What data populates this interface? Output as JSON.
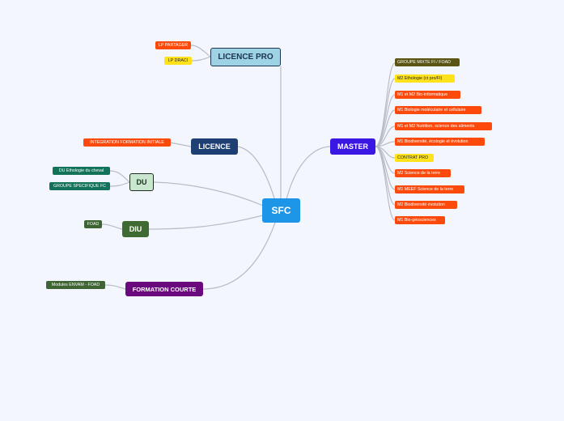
{
  "colors": {
    "background": "#f4f6fd",
    "link": "#b7bcc6",
    "center": "#1e96e8",
    "licence_pro": "#9ed3e6",
    "licence": "#1e3f73",
    "du": "#c9e6cf",
    "diu": "#3f6b32",
    "formation_courte": "#6a087e",
    "master": "#3a17e3",
    "orange": "#fb4a0c",
    "yellow": "#ffe21a",
    "green_teal": "#12725a",
    "olive": "#5a5514",
    "dark_green": "#3d6432"
  },
  "center": {
    "label": "SFC"
  },
  "branches": {
    "licence_pro": {
      "label": "LICENCE PRO",
      "children": [
        "LP PARTAGER",
        "LP DRACI"
      ]
    },
    "licence": {
      "label": "LICENCE",
      "children": [
        "INTEGRATION FORMATION INITIALE"
      ]
    },
    "du": {
      "label": "DU",
      "children": [
        "DU Ethologie du cheval",
        "GROUPE SPECIFIQUE FC"
      ]
    },
    "diu": {
      "label": "DIU",
      "children": [
        "FOAD"
      ]
    },
    "formation_courte": {
      "label": "FORMATION COURTE",
      "children": [
        "Modules ENVAM - FOAD"
      ]
    },
    "master": {
      "label": "MASTER",
      "children": [
        "GROUPE MIXTE FI / FOAD",
        "M2 Ethologie (ct pro/FI)",
        "M1 et M2 Bio-informatique",
        "M1 Biologie moléculaire et cellulaire",
        "M1 et M2 Nutrition, science des aliments",
        "M1 Biodiversité, écologie et évolution",
        "CONTRAT PRO",
        "M2 Science de la terre",
        "M1 MEEF Science de la terre",
        "M2 Biodiversité évolution",
        "M1 Bio-géosciences"
      ]
    }
  }
}
